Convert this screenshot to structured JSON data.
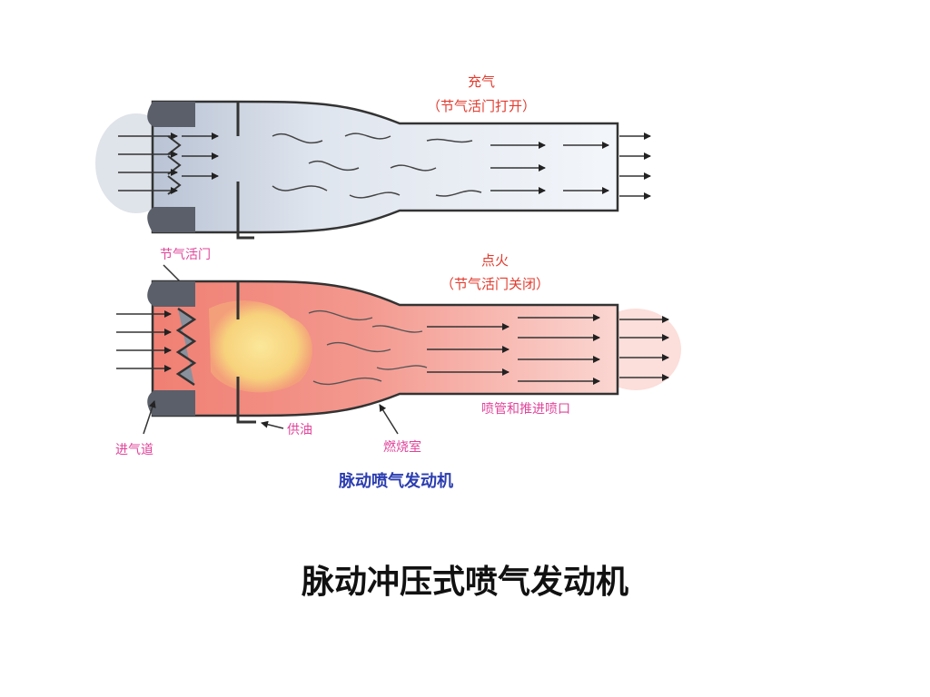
{
  "diagram": {
    "top_state": {
      "title": "充气",
      "subtitle": "（节气活门打开）"
    },
    "bottom_state": {
      "title": "点火",
      "subtitle": "（节气活门关闭）"
    },
    "labels": {
      "throttle_valve": "节气活门",
      "intake": "进气道",
      "fuel_supply": "供油",
      "combustion_chamber": "燃烧室",
      "nozzle": "喷管和推进喷口"
    },
    "caption": "脉动喷气发动机",
    "colors": {
      "label_pink": "#e0449a",
      "label_red": "#e23b2e",
      "caption_blue": "#2b3db0",
      "flame": "#f4a8a2",
      "air": "#cfd8e4"
    }
  },
  "slide": {
    "title": "脉动冲压式喷气发动机"
  }
}
